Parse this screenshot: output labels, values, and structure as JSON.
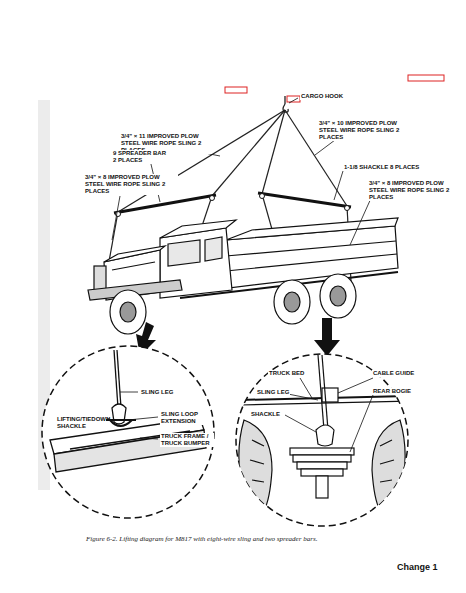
{
  "diagram": {
    "caption": "Figure 6-2. Lifting diagram for M817 with eight-wire sling and two spreader bars.",
    "labels": [
      "CARGO HOOK",
      "3/4\" × 11 IMPROVED PLOW STEEL WIRE ROPE SLING 2 PLACES",
      "3/4\" × 10 IMPROVED PLOW STEEL WIRE ROPE SLING 2 PLACES",
      "9 SPREADER BAR 2 PLACES",
      "1-1/8 SHACKLE 8 PLACES",
      "3/4\" × 8 IMPROVED PLOW STEEL WIRE ROPE SLING 2 PLACES",
      "3/4\" × 8 IMPROVED PLOW STEEL WIRE ROPE SLING 2 PLACES",
      "SLING LEG",
      "LIFTING/TIEDOWN SHACKLE",
      "SLING LOOP EXTENSION",
      "TRUCK FRAME / TRUCK BUMPER",
      "TRUCK BED",
      "CABLE GUIDE",
      "SLING LEG",
      "REAR BOGIE",
      "SHACKLE",
      "Change 1"
    ]
  }
}
